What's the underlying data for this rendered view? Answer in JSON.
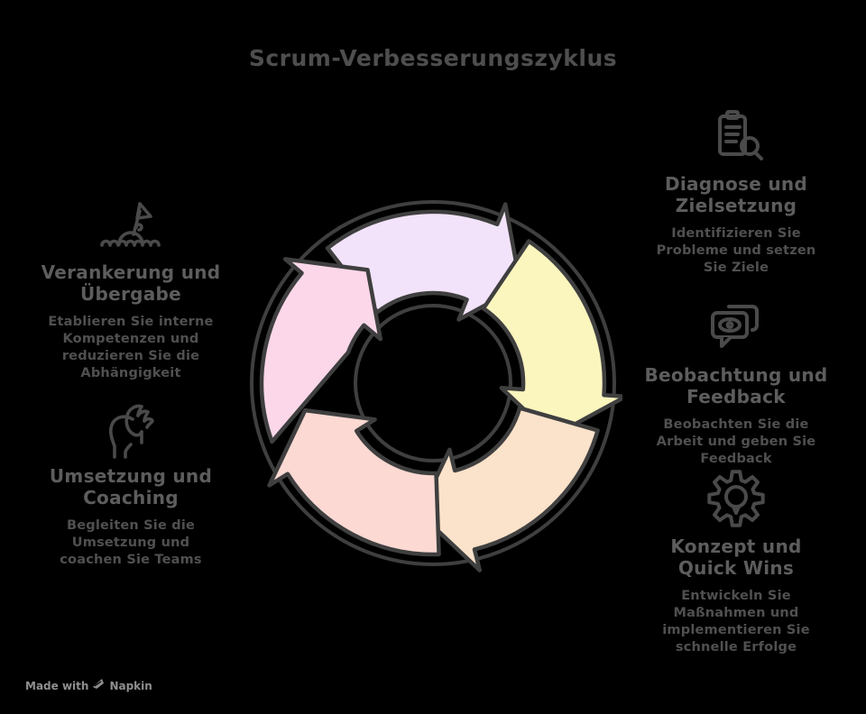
{
  "title": "Scrum-Verbesserungszyklus",
  "colors": {
    "background": "#000000",
    "title_text": "#4e4e4e",
    "heading_text": "#5d5d5d",
    "body_text": "#505050",
    "icon_stroke": "#4a4a4a",
    "cycle_outline": "#3f3f3f",
    "attribution_text": "#8f8f8f"
  },
  "cycle": {
    "segments": [
      {
        "position": "top-left",
        "color": "#F2E3FA"
      },
      {
        "position": "top-right",
        "color": "#FBF5BE"
      },
      {
        "position": "right",
        "color": "#FBE2CA"
      },
      {
        "position": "bottom",
        "color": "#FCD9D3"
      },
      {
        "position": "left",
        "color": "#FBD7E9"
      }
    ]
  },
  "sections": {
    "right": [
      {
        "icon": "clipboard-search-icon",
        "heading": "Diagnose und Zielsetzung",
        "body": "Identifizieren Sie Probleme und setzen Sie Ziele"
      },
      {
        "icon": "eye-speech-bubble-icon",
        "heading": "Beobachtung und Feedback",
        "body": "Beobachten Sie die Arbeit und geben Sie Feedback"
      },
      {
        "icon": "gear-lightbulb-icon",
        "heading": "Konzept und Quick Wins",
        "body": "Entwickeln Sie Maßnahmen und implementieren Sie schnelle Erfolge"
      }
    ],
    "left": [
      {
        "icon": "buoy-flag-icon",
        "heading": "Verankerung und Übergabe",
        "body": "Etablieren Sie interne Kompetenzen und reduzieren Sie die Abhängigkeit"
      },
      {
        "icon": "coaching-hand-icon",
        "heading": "Umsetzung und Coaching",
        "body": "Begleiten Sie die Umsetzung und coachen Sie Teams"
      }
    ]
  },
  "attribution": {
    "prefix": "Made with",
    "brand": "Napkin"
  }
}
